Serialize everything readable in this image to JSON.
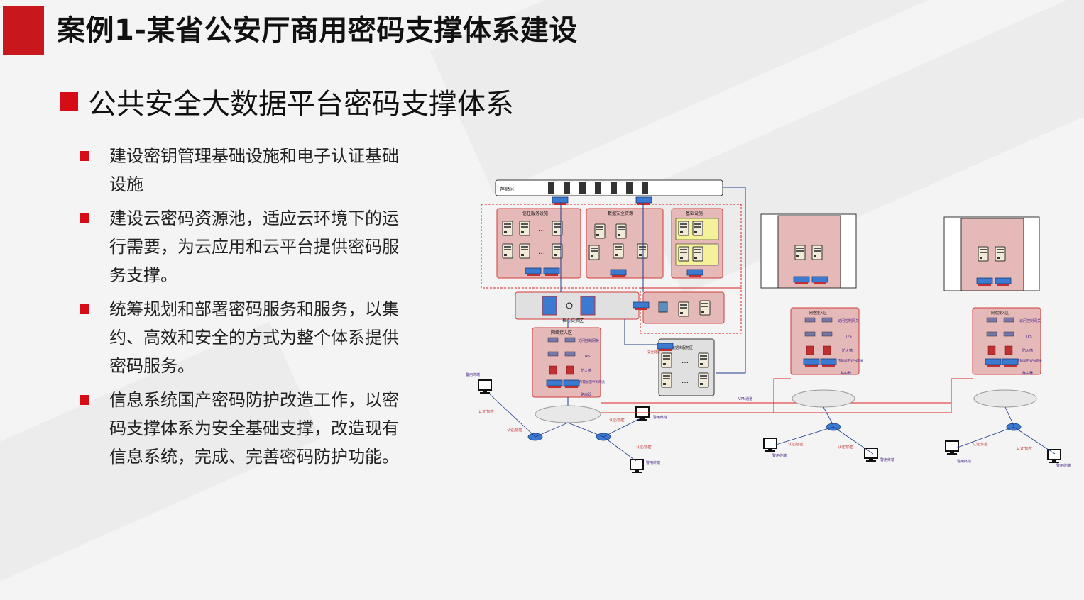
{
  "header": {
    "title": "案例1-某省公安厅商用密码支撑体系建设"
  },
  "section": {
    "subtitle": "公共安全大数据平台密码支撑体系"
  },
  "bullets": [
    {
      "text": "建设密钥管理基础设施和电子认证基础设施"
    },
    {
      "text": "建设云密码资源池，适应云环境下的运行需要，为云应用和云平台提供密码服务支撑。"
    },
    {
      "text": "统筹规划和部署密码服务和服务，以集约、高效和安全的方式为整个体系提供密码服务。"
    },
    {
      "text": "信息系统国产密码防护改造工作，以密码支撑体系为安全基础支撑，改造现有信息系统，完成、完善密码防护功能。"
    }
  ],
  "diagram": {
    "storage_zone": "存储区",
    "trust_service": "信任服务设施",
    "data_security": "数据安全资源",
    "infrastructure": "基础设施",
    "core_exchange": "核心交换区",
    "network_access": "网络接入区",
    "db_service": "数据库服务区",
    "access_control_gateway": "访问控制网关",
    "ips": "IPS",
    "firewall": "防火墙",
    "vpn_gateway": "传输加密VPN网关",
    "router": "路由器",
    "police_terminal": "警用终端",
    "auth_encrypt": "认证/加密",
    "vpn_channel": "VPN通道",
    "security_gateway": "安全网关"
  },
  "colors": {
    "accent": "#c8171d",
    "bullet": "#d60d17",
    "zone_fill": "#e6b9b9",
    "zone_border": "#d43a3a",
    "dashed": "#e02020",
    "line_blue": "#1f3a8a"
  }
}
